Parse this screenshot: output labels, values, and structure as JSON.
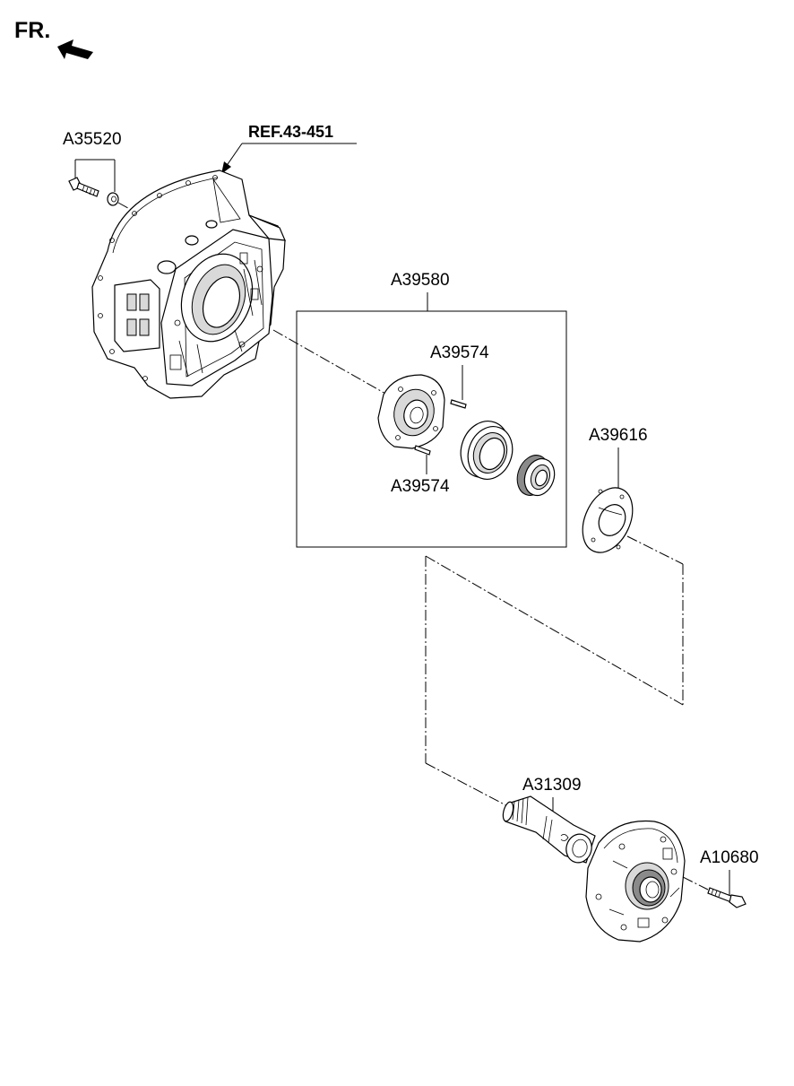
{
  "orientation": {
    "label": "FR."
  },
  "labels": {
    "ref": "REF.43-451",
    "bolt_washer": "A35520",
    "pump_assembly": "A39580",
    "pin_upper": "A39574",
    "pin_lower": "A39574",
    "gasket": "A39616",
    "input_shaft": "A31309",
    "pump_bolt": "A10680"
  }
}
